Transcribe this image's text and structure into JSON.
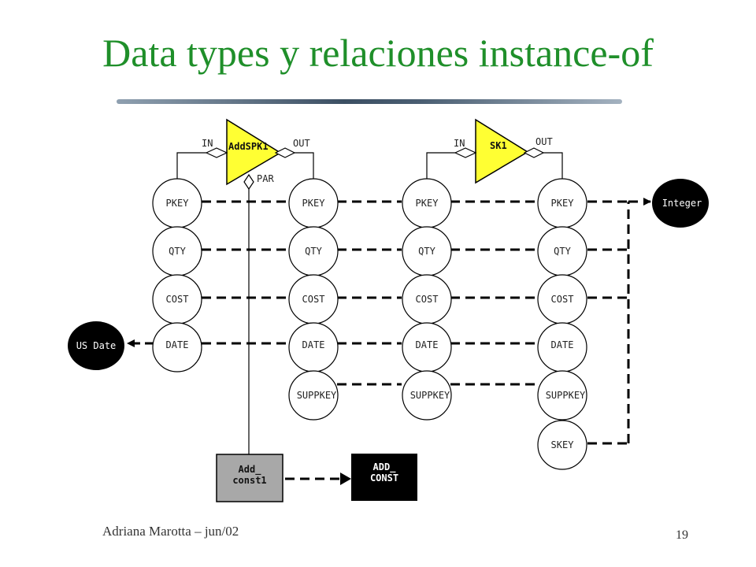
{
  "slide": {
    "title": "Data types y relaciones instance-of",
    "author": "Adriana Marotta – jun/02",
    "page_number": "19"
  },
  "diagram": {
    "activities": {
      "addspk1": {
        "label": "AddSPK1",
        "in_label": "IN",
        "out_label": "OUT",
        "par_label": "PAR"
      },
      "sk1": {
        "label": "SK1",
        "in_label": "IN",
        "out_label": "OUT"
      }
    },
    "attributes": {
      "pkey": "PKEY",
      "qty": "QTY",
      "cost": "COST",
      "date": "DATE",
      "suppkey": "SUPPKEY",
      "skey": "SKEY"
    },
    "types": {
      "integer": "Integer",
      "us_date": "US Date"
    },
    "boxes": {
      "add_const1": {
        "line1": "Add_",
        "line2": "const1"
      },
      "add_const": {
        "line1": "ADD_",
        "line2": "CONST"
      }
    },
    "colors": {
      "activity_fill": "#ffff33",
      "type_fill": "#000000",
      "instance_box_fill": "#a8a8a8",
      "class_box_fill": "#000000",
      "title_color": "#1f8f2a"
    }
  }
}
